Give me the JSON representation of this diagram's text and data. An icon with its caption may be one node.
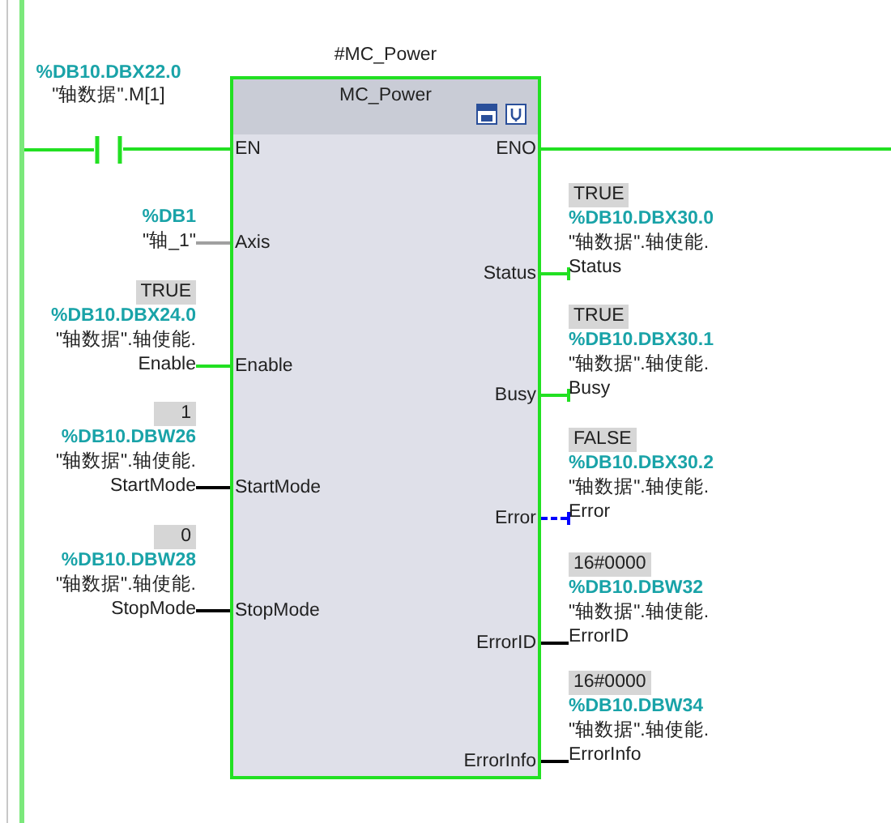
{
  "diagram": {
    "nodes": [
      {
        "text": [],
        "shape": "bar"
      },
      {
        "text": [],
        "shape": "contact"
      },
      {
        "text": [
          "MC_Power"
        ],
        "beside": [
          "#MC_Power"
        ]
      },
      {
        "text": [
          "EN"
        ],
        "in": 2
      },
      {
        "text": [
          "ENO"
        ],
        "in": 2
      },
      {
        "text": [
          "Axis"
        ],
        "in": 2
      },
      {
        "text": [
          "Status"
        ],
        "in": 2
      },
      {
        "text": [
          "Enable"
        ],
        "in": 2
      },
      {
        "text": [
          "Busy"
        ],
        "in": 2
      },
      {
        "text": [
          "StartMode"
        ],
        "in": 2
      },
      {
        "text": [
          "Error"
        ],
        "in": 2
      },
      {
        "text": [
          "StopMode"
        ],
        "in": 2
      },
      {
        "text": [
          "ErrorID"
        ],
        "in": 2
      },
      {
        "text": [
          "ErrorInfo"
        ],
        "in": 2
      },
      {
        "text": [
          "%DB1",
          "\"轴_1\""
        ]
      },
      {
        "text": [
          "TRUE",
          "%DB10.DBX30.0",
          "\"轴数据\".轴使能.",
          "Status"
        ]
      },
      {
        "text": [
          "TRUE",
          "%DB10.DBX24.0",
          "\"轴数据\".轴使能.",
          "Enable"
        ]
      },
      {
        "text": [
          "TRUE",
          "%DB10.DBX30.1",
          "\"轴数据\".轴使能.",
          "Busy"
        ]
      },
      {
        "text": [
          "1",
          "%DB10.DBW26",
          "\"轴数据\".轴使能.",
          "StartMode"
        ]
      },
      {
        "text": [
          "FALSE",
          "%DB10.DBX30.2",
          "\"轴数据\".轴使能.",
          "Error"
        ]
      },
      {
        "text": [
          "0",
          "%DB10.DBW28",
          "\"轴数据\".轴使能.",
          "StopMode"
        ]
      },
      {
        "text": [
          "16#0000",
          "%DB10.DBW32",
          "\"轴数据\".轴使能.",
          "ErrorID"
        ]
      },
      {
        "text": [
          "16#0000",
          "%DB10.DBW34",
          "\"轴数据\".轴使能.",
          "ErrorInfo"
        ]
      }
    ],
    "edges": [
      {
        "from": 0,
        "to": 1,
        "arrow": "none"
      },
      {
        "from": 1,
        "to": 3,
        "arrow": "none"
      },
      {
        "from": 4,
        "to": null,
        "arrow": "none"
      },
      {
        "from": 14,
        "to": 5,
        "arrow": "none",
        "color": "#a0a0a0"
      },
      {
        "from": 16,
        "to": 7,
        "arrow": "none"
      },
      {
        "from": 18,
        "to": 9,
        "arrow": "none",
        "color": "#000000"
      },
      {
        "from": 20,
        "to": 11,
        "arrow": "none",
        "color": "#000000"
      },
      {
        "from": 6,
        "to": 15,
        "arrow": "other"
      },
      {
        "from": 8,
        "to": 17,
        "arrow": "other"
      },
      {
        "from": 10,
        "to": 19,
        "arrow": "other",
        "style": "dashed",
        "color": "#0000ff"
      },
      {
        "from": 12,
        "to": 21,
        "arrow": "none",
        "color": "#000000"
      },
      {
        "from": 13,
        "to": 22,
        "arrow": "none",
        "color": "#000000"
      }
    ],
    "labels": [
      "%DB10.DBX22.0",
      "\"轴数据\".M[1]"
    ]
  }
}
